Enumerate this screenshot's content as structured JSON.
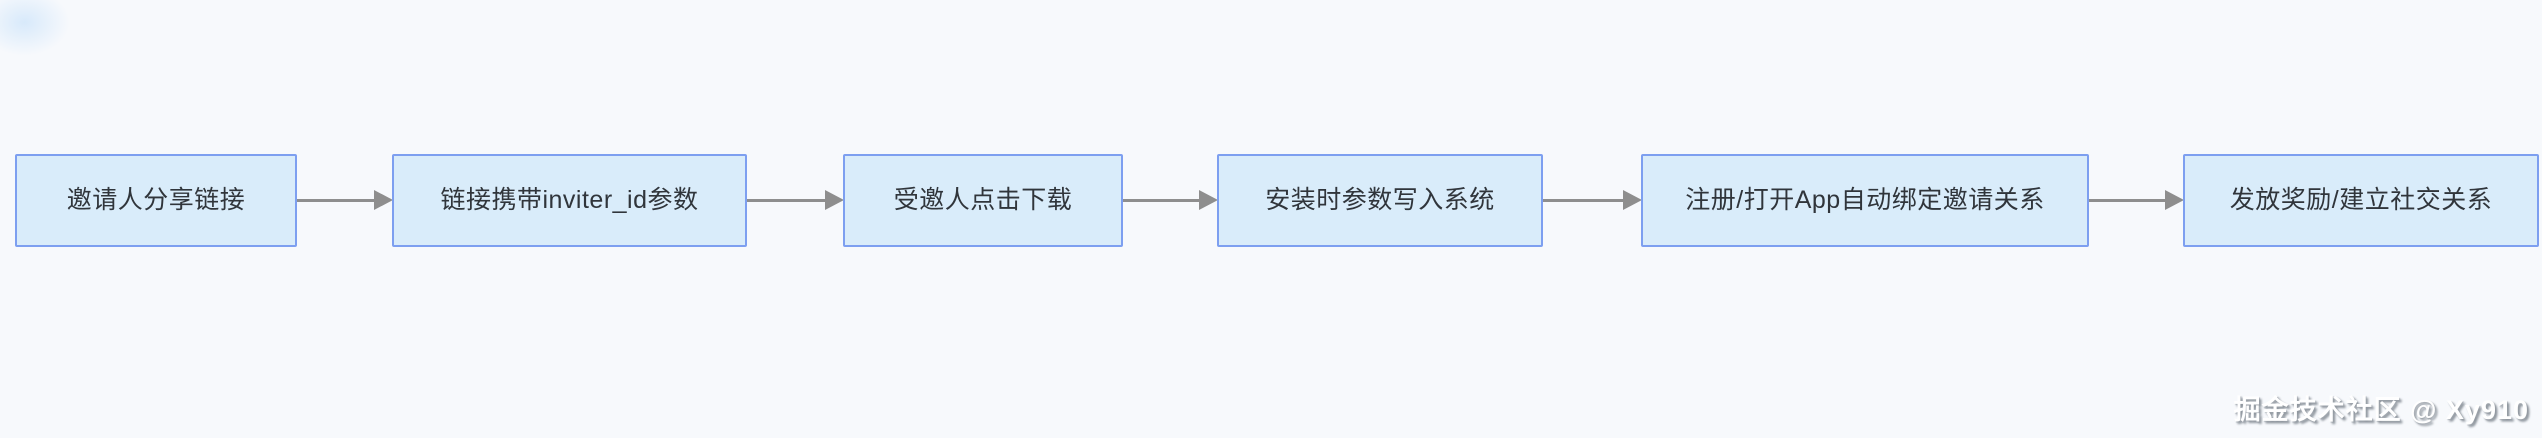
{
  "flow": {
    "steps": [
      {
        "label": "邀请人分享链接"
      },
      {
        "label": "链接携带inviter_id参数"
      },
      {
        "label": "受邀人点击下载"
      },
      {
        "label": "安装时参数写入系统"
      },
      {
        "label": "注册/打开App自动绑定邀请关系"
      },
      {
        "label": "发放奖励/建立社交关系"
      }
    ]
  },
  "watermark": {
    "text": "掘金技术社区 @ Xy910"
  },
  "colors": {
    "background": "#f7f9fc",
    "node_fill": "#d9ecfa",
    "node_border": "#7d9ff0",
    "node_text": "#30353b",
    "arrow": "#8e8e8e",
    "watermark_text": "#ffffff",
    "watermark_shadow": "#8f969e"
  }
}
